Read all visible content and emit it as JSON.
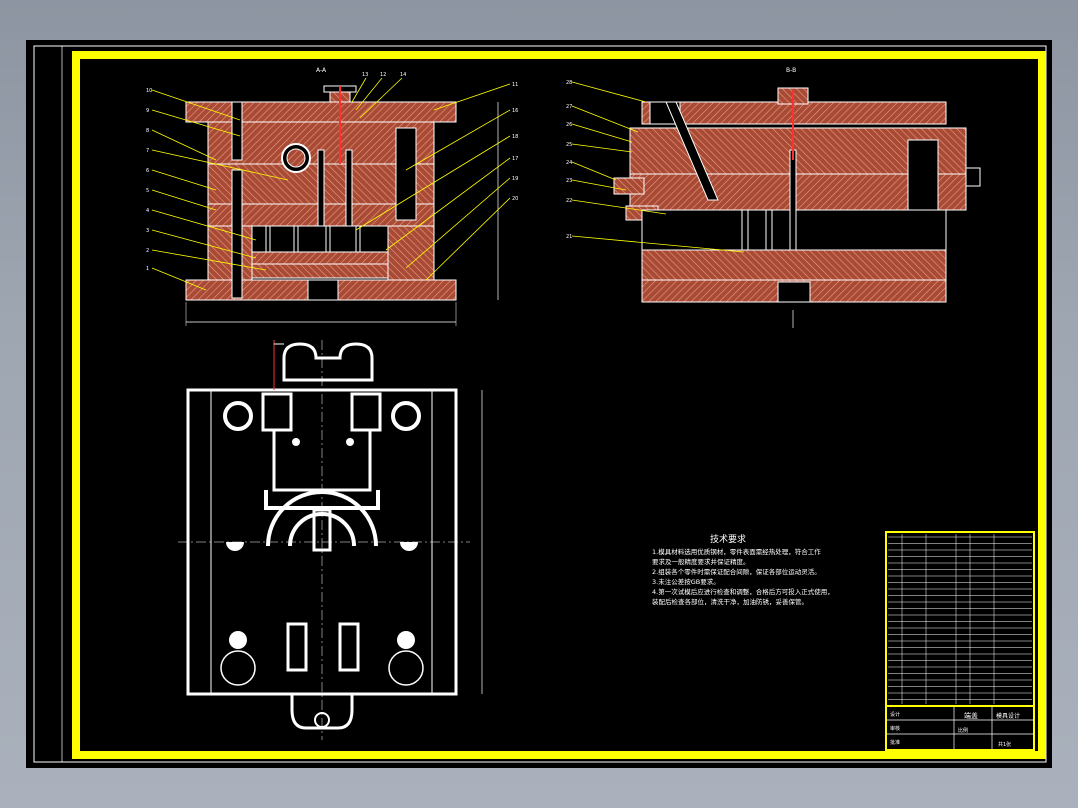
{
  "drawing": {
    "view_labels": {
      "main_section": "A-A",
      "side_section": "B-B"
    },
    "left_callouts": [
      "10",
      "9",
      "8",
      "7",
      "6",
      "5",
      "4",
      "3",
      "2",
      "1"
    ],
    "top_callouts": [
      "13",
      "12",
      "14"
    ],
    "right_callouts": [
      "11",
      "16",
      "18",
      "17",
      "19",
      "20"
    ],
    "side_callouts": [
      "28",
      "27",
      "26",
      "25",
      "24",
      "23",
      "22",
      "21"
    ],
    "tech_requirements": {
      "title": "技术要求",
      "lines": [
        "1.模具材料选用优质钢材，零件表面需经热处理，符合工作",
        "  要求及一般精度要求并保证精度。",
        "2.组装各个零件时需保证配合间隙，保证各部位运动灵活。",
        "3.未注公差按GB要求。",
        "4.第一次试模后应进行检查和调整，合格后方可投入正式使用，",
        "  装配后检查各部位，清洗干净，加油防锈，妥善保管。"
      ]
    },
    "title_block": {
      "drawing_name": "端盖",
      "school": "模具设计",
      "scale_label": "比例",
      "sheet": "共1张",
      "drawn": "设计",
      "checked": "审核",
      "approved": "批准"
    },
    "colors": {
      "border": "#ffff00",
      "plate_fill": "#b5503a",
      "hatch": "#e8a080",
      "line": "#ffffff",
      "leader": "#ffff00",
      "centerline": "#ff3030"
    }
  }
}
